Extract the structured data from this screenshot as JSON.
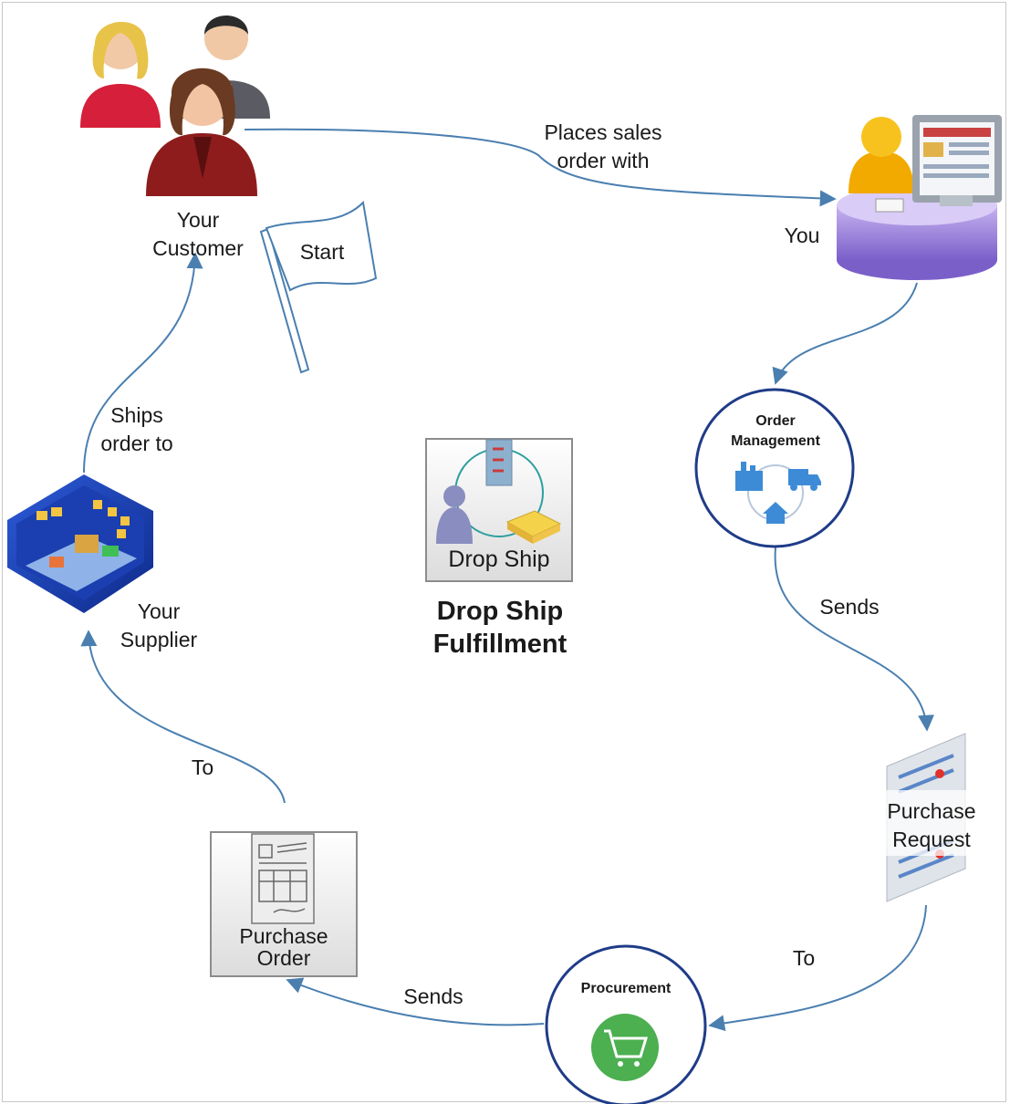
{
  "customer": {
    "label_line1": "Your",
    "label_line2": "Customer"
  },
  "start_flag": {
    "label": "Start"
  },
  "you": {
    "label": "You"
  },
  "places_order": {
    "line1": "Places sales",
    "line2": "order with"
  },
  "order_management": {
    "line1": "Order",
    "line2": "Management"
  },
  "sends_top": {
    "label": "Sends"
  },
  "purchase_request": {
    "line1": "Purchase",
    "line2": "Request"
  },
  "to_right": {
    "label": "To"
  },
  "procurement": {
    "label": "Procurement"
  },
  "sends_bottom": {
    "label": "Sends"
  },
  "purchase_order": {
    "line1": "Purchase",
    "line2": "Order"
  },
  "to_left": {
    "label": "To"
  },
  "supplier": {
    "line1": "Your",
    "line2": "Supplier"
  },
  "ships_order": {
    "line1": "Ships",
    "line2": "order to"
  },
  "center_icon": {
    "label": "Drop Ship"
  },
  "center_title": {
    "line1": "Drop Ship",
    "line2": "Fulfillment"
  },
  "colors": {
    "arrow": "#4a7fb0",
    "procurement_green": "#4caf50",
    "circle_border": "#1f3c88"
  }
}
